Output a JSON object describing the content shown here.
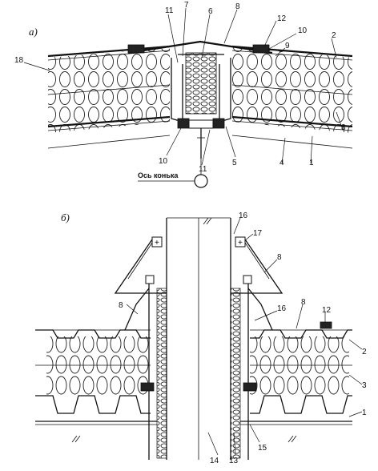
{
  "figure_a": {
    "tag": "а)",
    "axis_label": "Ось конька",
    "callouts": [
      "1",
      "2",
      "3",
      "4",
      "5",
      "6",
      "7",
      "8",
      "9",
      "10",
      "10",
      "11",
      "11",
      "12",
      "18"
    ]
  },
  "figure_b": {
    "tag": "б)",
    "callouts": [
      "1",
      "2",
      "3",
      "8",
      "8",
      "8",
      "12",
      "13",
      "14",
      "15",
      "16",
      "16",
      "17"
    ]
  },
  "icons": {
    "insulation": "loop-hatch-icon",
    "seal": "filled-seal-icon",
    "axis_marker": "circle-marker-icon",
    "bolt": "plus-box-icon"
  }
}
